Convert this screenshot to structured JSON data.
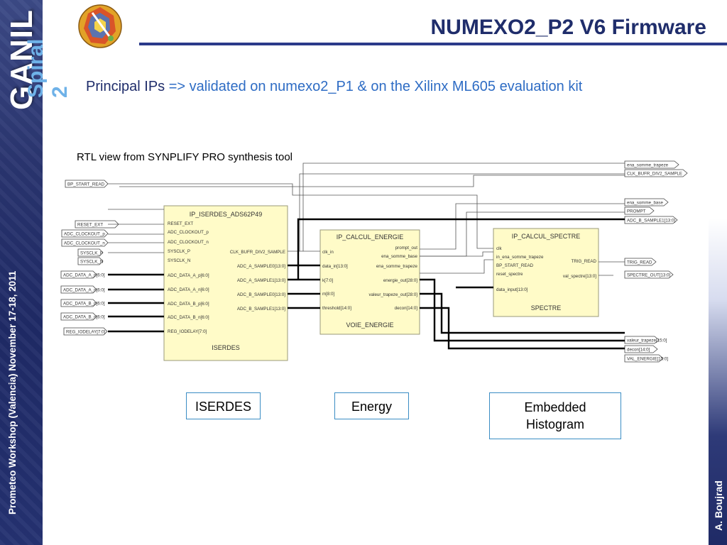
{
  "slide": {
    "title": "NUMEXO2_P2 V6 Firmware",
    "subtitle_prefix": "Principal IPs",
    "subtitle_highlight": "=> validated on numexo2_P1 & on the Xilinx  ML605 evaluation kit",
    "rtl_caption": "RTL view from SYNPLIFY PRO synthesis tool"
  },
  "branding": {
    "logo_main": "GANIL",
    "logo_secondary": "Spiral 2",
    "event": "Prometeo Workshop (Valencia) November 17-18, 2011",
    "author": "A. Boujrad"
  },
  "colors": {
    "title": "#1f2d6b",
    "highlight": "#2e6cc4",
    "block_fill": "#fffbc8",
    "sidebar": "#253272"
  },
  "diagram": {
    "blocks": {
      "iserdes": {
        "title": "IP_ISERDES_ADS62P49",
        "footer": "ISERDES",
        "inputs": [
          "RESET_EXT",
          "ADC_CLOCKOUT_p",
          "ADC_CLOCKOUT_n",
          "SYSCLK_P",
          "SYSCLK_N",
          "ADC_DATA_A_p[6:0]",
          "ADC_DATA_A_n[6:0]",
          "ADC_DATA_B_p[6:0]",
          "ADC_DATA_B_n[6:0]",
          "REG_IODELAY[7:0]"
        ],
        "outputs": [
          "CLK_BUFR_DIV2_SAMPLE",
          "ADC_A_SAMPLE0[13:0]",
          "ADC_A_SAMPLE1[13:0]",
          "ADC_B_SAMPLE0[13:0]",
          "ADC_B_SAMPLE1[13:0]"
        ]
      },
      "energie": {
        "title": "IP_CALCUL_ENERGIE",
        "footer": "VOIE_ENERGIE",
        "inputs": [
          "clk_in",
          "data_in[13:0]",
          "k[7:0]",
          "m[8:0]",
          "threshold[14:0]"
        ],
        "outputs": [
          "prompt_out",
          "ena_somme_base",
          "ena_somme_trapeze",
          "energie_out[28:0]",
          "valeur_trapeze_out[28:0]",
          "decon[14:0]"
        ]
      },
      "spectre": {
        "title": "IP_CALCUL_SPECTRE",
        "footer": "SPECTRE",
        "inputs": [
          "clk",
          "in_ena_somme_trapeze",
          "BP_START_READ",
          "reset_spectre",
          "data_input[13:0]"
        ],
        "outputs": [
          "TRIG_READ",
          "val_spectre[13:0]"
        ]
      }
    },
    "left_ports": [
      "BP_START_READ",
      "RESET_EXT",
      "ADC_CLOCKOUT_p",
      "ADC_CLOCKOUT_n",
      "SYSCLK_P",
      "SYSCLK_N",
      "ADC_DATA_A_p[6:0]",
      "ADC_DATA_A_n[6:0]",
      "ADC_DATA_B_p[6:0]",
      "ADC_DATA_B_n[6:0]",
      "REG_IODELAY[7:0]"
    ],
    "right_ports": [
      "ena_somme_trapeze",
      "CLK_BUFR_DIV2_SAMPLE",
      "ena_somme_base",
      "PROMPT",
      "ADC_B_SAMPLE1[13:0]",
      "TRIG_READ",
      "SPECTRE_OUT[13:0]",
      "valeur_trapeze[15:0]",
      "decon[14:0]",
      "VAL_ENERGIE[15:0]"
    ]
  },
  "callouts": {
    "iserdes": "ISERDES",
    "energy": "Energy",
    "histogram_line1": "Embedded",
    "histogram_line2": "Histogram"
  }
}
